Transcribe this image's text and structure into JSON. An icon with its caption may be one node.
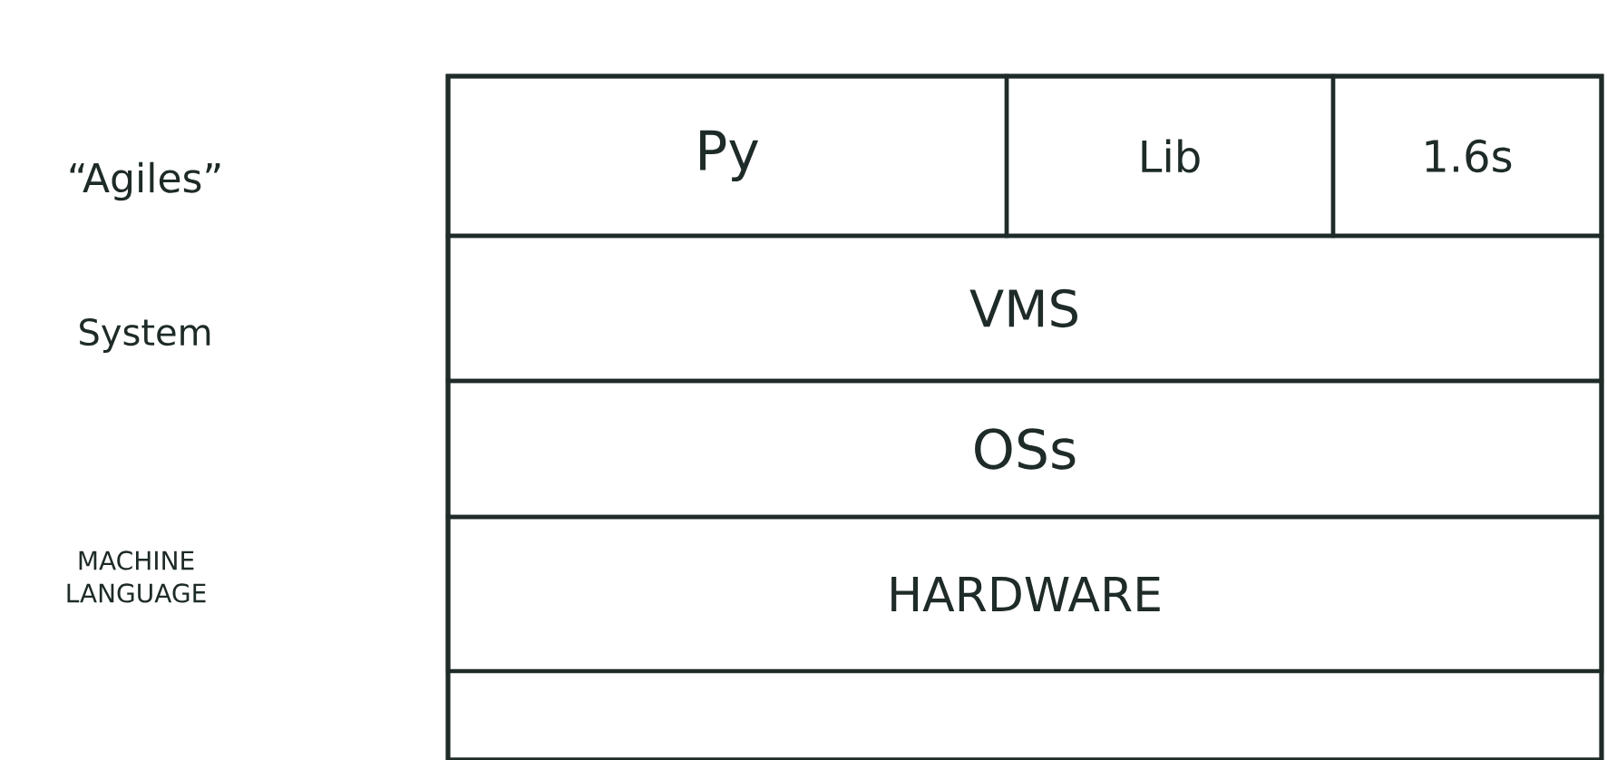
{
  "diagram": {
    "nodes": [
      {
        "text": [],
        "shape": "box"
      },
      {
        "text": [
          "Py"
        ],
        "in": 0
      },
      {
        "text": [
          "Lib"
        ],
        "in": 0
      },
      {
        "text": [
          "1.6s"
        ],
        "in": 0
      },
      {
        "text": [
          "VMS"
        ],
        "in": 0
      },
      {
        "text": [
          "OSs"
        ],
        "in": 0
      },
      {
        "text": [
          "HARDWARE"
        ],
        "in": 0
      }
    ],
    "labels": [
      "“Agiles”",
      "System",
      "MACHINE LANGUAGE"
    ]
  }
}
